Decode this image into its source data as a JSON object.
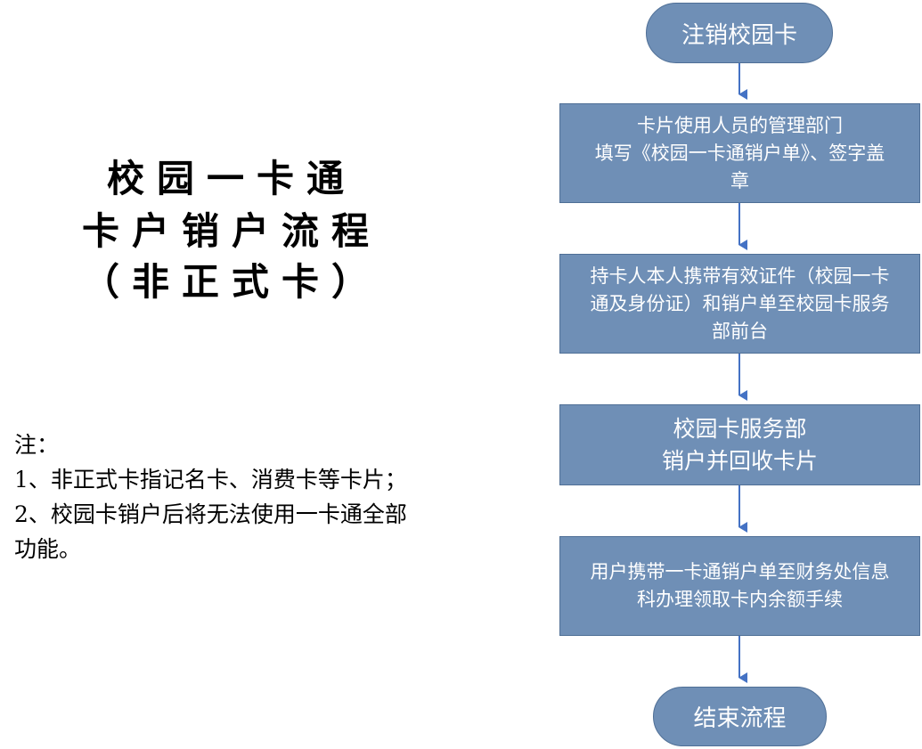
{
  "title": {
    "line1": "校园一卡通",
    "line2": "卡户销户流程",
    "line3": "（非正式卡）"
  },
  "notes": {
    "heading": "注：",
    "item1": "1、非正式卡指记名卡、消费卡等卡片；",
    "item2_line1": "2、校园卡销户后将无法使用一卡通全部",
    "item2_line2": "功能。"
  },
  "flow": {
    "start": "注销校园卡",
    "step1": [
      "卡片使用人员的管理部门",
      "填写《校园一卡通销户单》、签字盖",
      "章"
    ],
    "step2": [
      "持卡人本人携带有效证件（校园一卡",
      "通及身份证）和销户单至校园卡服务",
      "部前台"
    ],
    "step3": [
      "校园卡服务部",
      "销户并回收卡片"
    ],
    "step4": [
      "用户携带一卡通销户单至财务处信息",
      "科办理领取卡内余额手续"
    ],
    "end": "结束流程"
  },
  "colors": {
    "node_fill": "#6f8fb6",
    "node_border": "#4f6f96",
    "arrow": "#4472c4"
  }
}
